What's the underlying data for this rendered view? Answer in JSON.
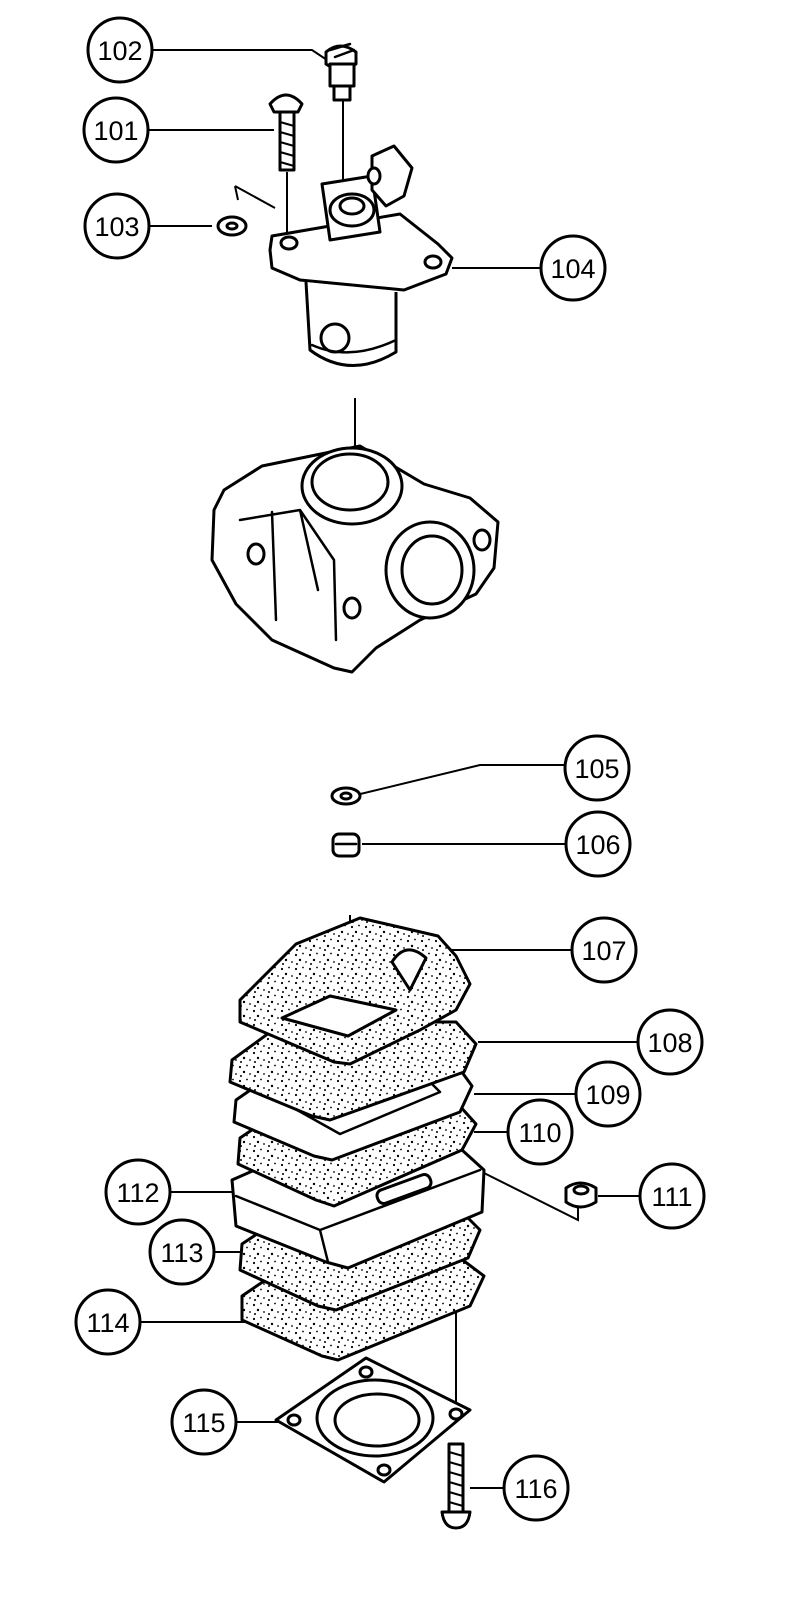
{
  "callouts": [
    {
      "id": "c102",
      "label": "102"
    },
    {
      "id": "c101",
      "label": "101"
    },
    {
      "id": "c103",
      "label": "103"
    },
    {
      "id": "c104",
      "label": "104"
    },
    {
      "id": "c105",
      "label": "105"
    },
    {
      "id": "c106",
      "label": "106"
    },
    {
      "id": "c107",
      "label": "107"
    },
    {
      "id": "c108",
      "label": "108"
    },
    {
      "id": "c109",
      "label": "109"
    },
    {
      "id": "c110",
      "label": "110"
    },
    {
      "id": "c111",
      "label": "111"
    },
    {
      "id": "c112",
      "label": "112"
    },
    {
      "id": "c113",
      "label": "113"
    },
    {
      "id": "c114",
      "label": "114"
    },
    {
      "id": "c115",
      "label": "115"
    },
    {
      "id": "c116",
      "label": "116"
    }
  ]
}
